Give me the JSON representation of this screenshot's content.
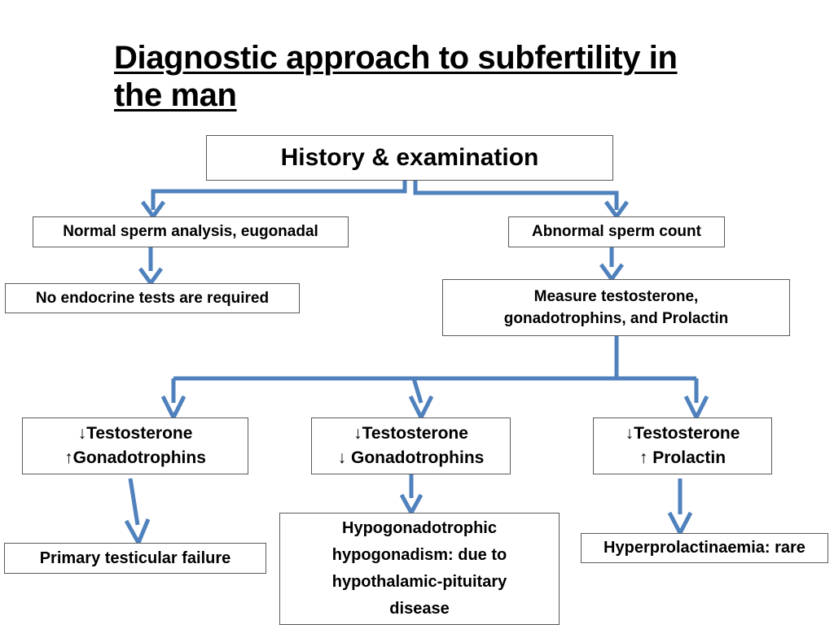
{
  "page": {
    "title_line1": "Diagnostic approach to subfertility in",
    "title_line2": "the man",
    "background_color": "#ffffff",
    "connector_color": "#4f81bd",
    "box_border_color": "#5a5a5a",
    "text_color": "#000000"
  },
  "nodes": {
    "history": {
      "label": "History & examination"
    },
    "normal_sperm": {
      "label": "Normal sperm analysis, eugonadal"
    },
    "abnormal_sperm": {
      "label": "Abnormal sperm count"
    },
    "no_endocrine": {
      "label": "No endocrine tests are required"
    },
    "measure": {
      "line1": "Measure testosterone,",
      "line2": "gonadotrophins, and Prolactin"
    },
    "low_t_high_gn": {
      "line1": "↓Testosterone",
      "line2": "↑Gonadotrophins"
    },
    "low_t_low_gn": {
      "line1": "↓Testosterone",
      "line2": "↓ Gonadotrophins"
    },
    "low_t_high_prl": {
      "line1": "↓Testosterone",
      "line2": "↑ Prolactin"
    },
    "primary_failure": {
      "label": "Primary testicular failure"
    },
    "hypogonadotrophic": {
      "line1": "Hypogonadotrophic",
      "line2": "hypogonadism: due to",
      "line3": "hypothalamic-pituitary",
      "line4": "disease"
    },
    "hyperprolactinaemia": {
      "label": "Hyperprolactinaemia: rare"
    }
  },
  "connectors": [
    {
      "name": "history-to-normal-sperm",
      "from": "history",
      "to": "normal_sperm"
    },
    {
      "name": "history-to-abnormal-sperm",
      "from": "history",
      "to": "abnormal_sperm"
    },
    {
      "name": "normal-sperm-to-no-endocrine",
      "from": "normal_sperm",
      "to": "no_endocrine"
    },
    {
      "name": "abnormal-sperm-to-measure",
      "from": "abnormal_sperm",
      "to": "measure"
    },
    {
      "name": "measure-to-low-t-high-gn",
      "from": "measure",
      "to": "low_t_high_gn"
    },
    {
      "name": "measure-to-low-t-low-gn",
      "from": "measure",
      "to": "low_t_low_gn"
    },
    {
      "name": "measure-to-low-t-high-prl",
      "from": "measure",
      "to": "low_t_high_prl"
    },
    {
      "name": "low-t-high-gn-to-primary-failure",
      "from": "low_t_high_gn",
      "to": "primary_failure"
    },
    {
      "name": "low-t-low-gn-to-hypogonadotrophic",
      "from": "low_t_low_gn",
      "to": "hypogonadotrophic"
    },
    {
      "name": "low-t-high-prl-to-hyperprolactinaemia",
      "from": "low_t_high_prl",
      "to": "hyperprolactinaemia"
    }
  ]
}
